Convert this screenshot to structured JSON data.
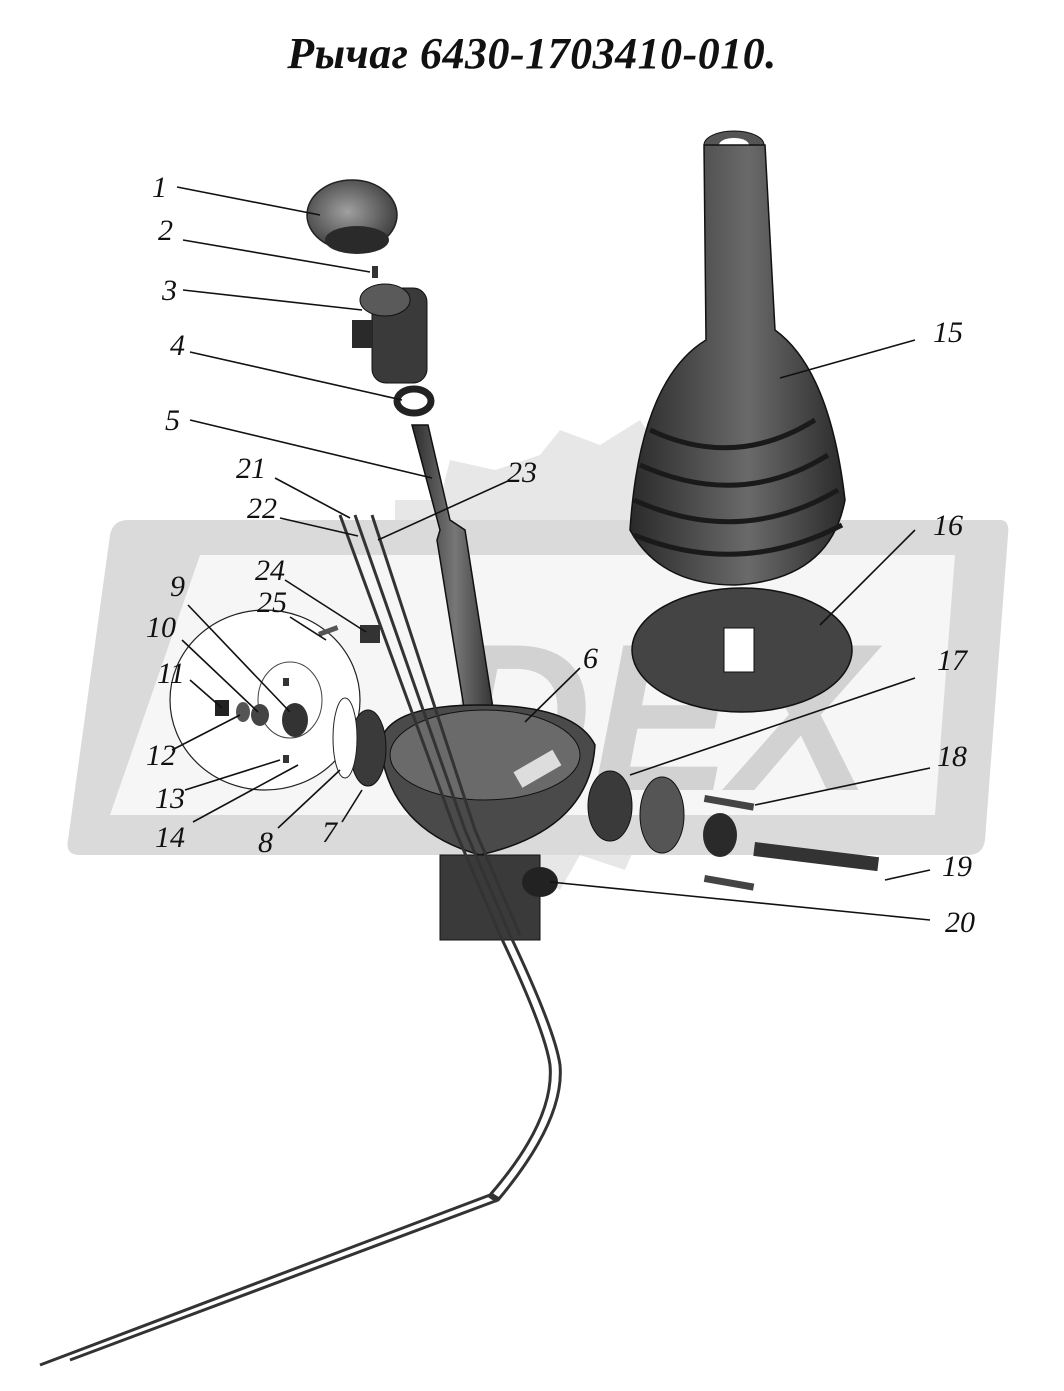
{
  "title": "Рычаг 6430-1703410-010.",
  "watermark_text": "DEX",
  "colors": {
    "ink": "#111111",
    "part_dark": "#2e2e2e",
    "part_mid": "#555555",
    "part_light": "#8a8a8a",
    "watermark": "#dcdcdc"
  },
  "callouts": [
    {
      "num": "1",
      "part": "knob"
    },
    {
      "num": "2",
      "part": "pin"
    },
    {
      "num": "3",
      "part": "knob-holder"
    },
    {
      "num": "4",
      "part": "ring"
    },
    {
      "num": "5",
      "part": "lever-rod"
    },
    {
      "num": "6",
      "part": "lever-housing"
    },
    {
      "num": "7",
      "part": "bushing"
    },
    {
      "num": "8",
      "part": "gasket"
    },
    {
      "num": "9",
      "part": "bushing-small"
    },
    {
      "num": "10",
      "part": "washer"
    },
    {
      "num": "11",
      "part": "nut"
    },
    {
      "num": "12",
      "part": "washer-2"
    },
    {
      "num": "13",
      "part": "screw"
    },
    {
      "num": "14",
      "part": "washer-3"
    },
    {
      "num": "15",
      "part": "boot"
    },
    {
      "num": "16",
      "part": "seal-plate"
    },
    {
      "num": "17",
      "part": "bushing-right"
    },
    {
      "num": "18",
      "part": "bolt-short"
    },
    {
      "num": "19",
      "part": "bolt-long"
    },
    {
      "num": "20",
      "part": "nut-bottom"
    },
    {
      "num": "21",
      "part": "wire-1"
    },
    {
      "num": "22",
      "part": "wire-2"
    },
    {
      "num": "23",
      "part": "wire-3"
    },
    {
      "num": "24",
      "part": "clamp"
    },
    {
      "num": "25",
      "part": "clamp-screw"
    }
  ]
}
